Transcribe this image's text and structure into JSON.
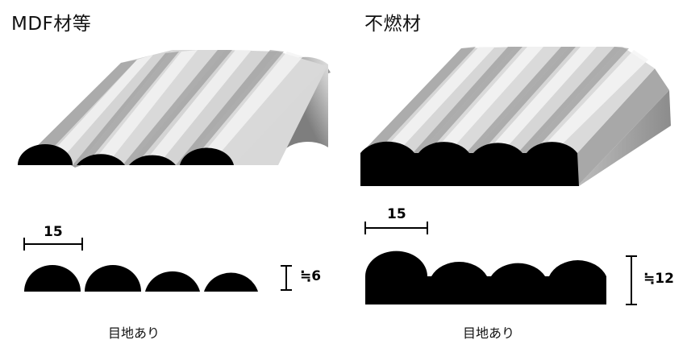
{
  "panels": {
    "left": {
      "title": "MDF材等",
      "width_label": "15",
      "height_label": "≒6",
      "caption": "目地あり"
    },
    "right": {
      "title": "不燃材",
      "width_label": "15",
      "height_label": "≒12",
      "caption": "目地あり"
    }
  },
  "colors": {
    "profile": "#000000",
    "surface_light": "#e6e6e6",
    "surface_dark": "#8a8a8a",
    "side_face": "#9a9a9a"
  }
}
